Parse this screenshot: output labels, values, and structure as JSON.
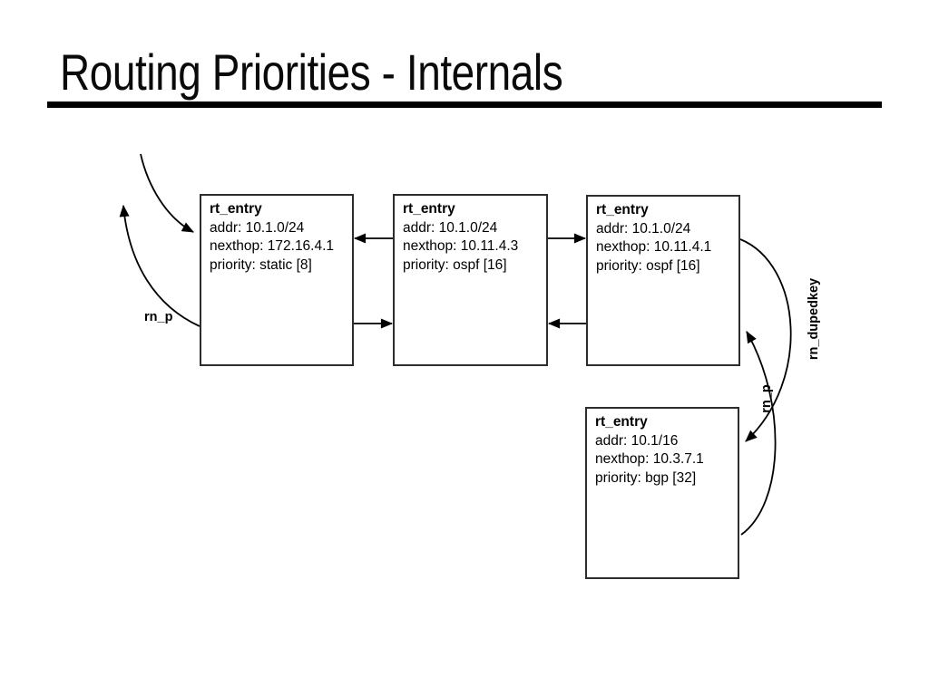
{
  "slide": {
    "title": "Routing Priorities - Internals"
  },
  "diagram": {
    "boxes": [
      {
        "title": "rt_entry",
        "lines": [
          "addr: 10.1.0/24",
          "nexthop: 172.16.4.1",
          "priority: static [8]"
        ]
      },
      {
        "title": "rt_entry",
        "lines": [
          "addr: 10.1.0/24",
          "nexthop: 10.11.4.3",
          "priority: ospf [16]"
        ]
      },
      {
        "title": "rt_entry",
        "lines": [
          "addr: 10.1.0/24",
          "nexthop: 10.11.4.1",
          "priority: ospf [16]"
        ]
      },
      {
        "title": "rt_entry",
        "lines": [
          "addr: 10.1/16",
          "nexthop: 10.3.7.1",
          "priority: bgp [32]"
        ]
      }
    ],
    "labels": {
      "rn_p_left": "rn_p",
      "rn_p_right": "rn_p",
      "rn_dupedkey": "rn_dupedkey"
    },
    "colors": {
      "ink": "#000000"
    }
  }
}
